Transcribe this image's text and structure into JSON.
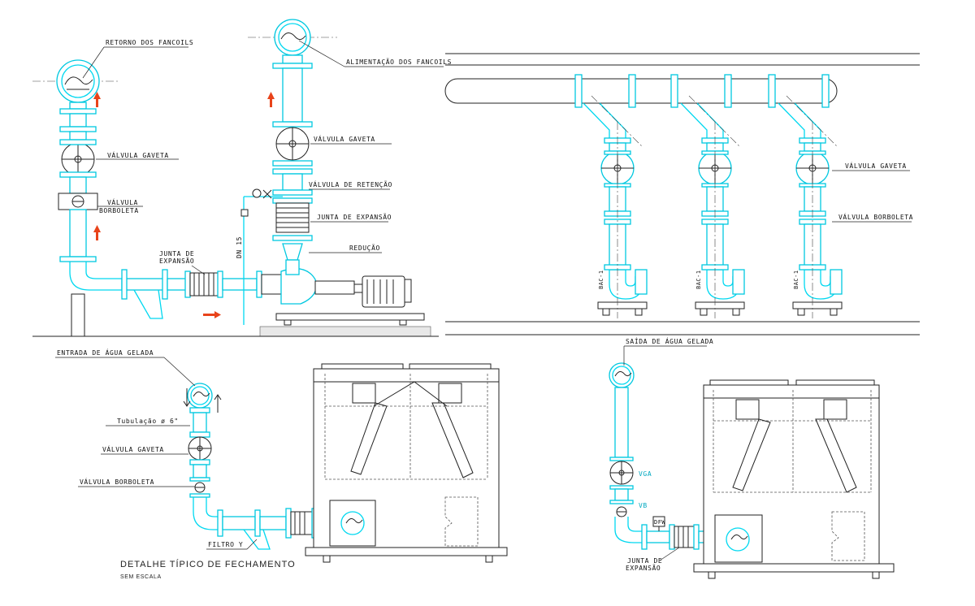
{
  "labels": {
    "retorno": "RETORNO DOS FANCOILS",
    "alimentacao": "ALIMENTAÇÃO DOS FANCOILS",
    "valvula_gaveta": "VÁLVULA GAVETA",
    "valvula_borboleta": "VÁLVULA BORBOLETA",
    "valvula_borboleta_l1": "VÁLVULA",
    "valvula_borboleta_l2": "BORBOLETA",
    "valvula_retencao": "VÁLVULA DE RETENÇÃO",
    "junta_expansao": "JUNTA DE EXPANSÃO",
    "junta_de": "JUNTA DE",
    "expansao": "EXPANSÃO",
    "reducao": "REDUÇÃO",
    "dn15": "DN 15",
    "bac1": "BAC-1",
    "entrada_agua": "ENTRADA DE ÁGUA GELADA",
    "saida_agua": "SAÍDA DE ÁGUA GELADA",
    "tubulacao": "Tubulação ø 6\"",
    "filtro_y": "FILTRO Y",
    "vga": "VGA",
    "vb": "VB",
    "dfw": "DFW",
    "detalhe_titulo": "DETALHE TÍPICO DE FECHAMENTO",
    "sem_escala": "SEM ESCALA"
  },
  "colors": {
    "pipe": "#00d8f0",
    "line": "#222222",
    "arrow": "#e8431a",
    "background": "#ffffff"
  }
}
